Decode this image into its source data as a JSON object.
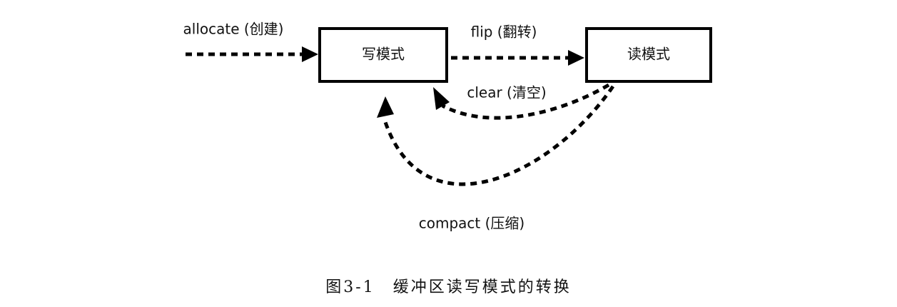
{
  "diagram": {
    "nodes": {
      "write_mode": "写模式",
      "read_mode": "读模式"
    },
    "edges": {
      "allocate": "allocate (创建)",
      "flip": "flip (翻转)",
      "clear": "clear (清空)",
      "compact": "compact (压缩)"
    }
  },
  "caption": "图3-1　缓冲区读写模式的转换"
}
